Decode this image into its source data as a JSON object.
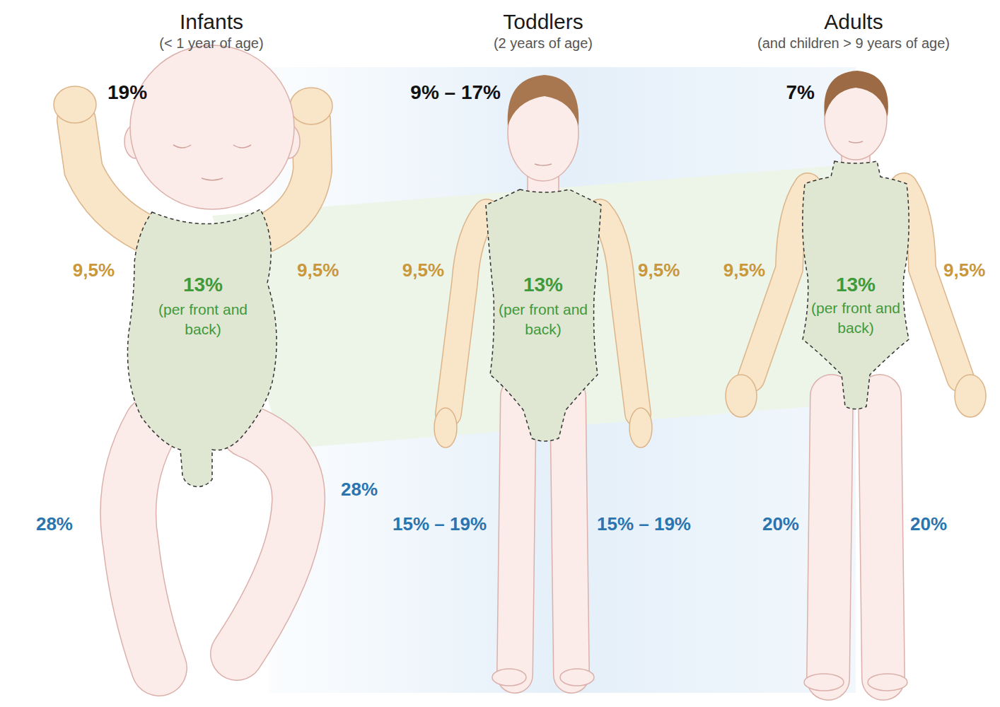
{
  "diagram": {
    "nodes": [
      {
        "text": [
          "13%",
          "(per front and back)"
        ]
      },
      {
        "text": [
          "13%",
          "(per front and back)"
        ]
      },
      {
        "text": [
          "13%",
          "(per front and back)"
        ]
      }
    ],
    "labels": [
      "Infants",
      "(< 1 year of age)",
      "Toddlers",
      "(2 years of age)",
      "Adults",
      "(and children > 9 years of age)",
      "19%",
      "9,5%",
      "9,5%",
      "28%",
      "28%",
      "9% – 17%",
      "9,5%",
      "9,5%",
      "15% – 19%",
      "15% – 19%",
      "7%",
      "9,5%",
      "9,5%",
      "20%",
      "20%"
    ]
  }
}
